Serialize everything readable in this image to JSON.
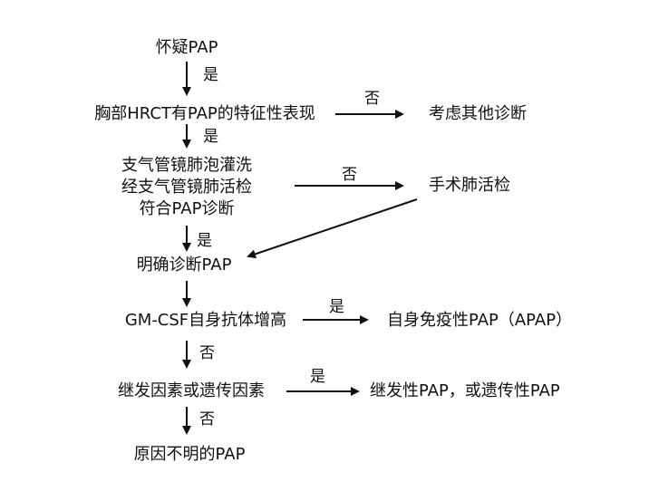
{
  "flowchart": {
    "nodes": {
      "suspect": "怀疑PAP",
      "hrct": "胸部HRCT有PAP的特征性表现",
      "other_dx": "考虑其他诊断",
      "bal_lines": [
        "支气管镜肺泡灌洗",
        "经支气管镜肺活检",
        "符合PAP诊断"
      ],
      "surgical_biopsy": "手术肺活检",
      "confirmed": "明确诊断PAP",
      "gmcsf": "GM-CSF自身抗体增高",
      "apap": "自身免疫性PAP（APAP）",
      "secondary_factors": "继发因素或遗传因素",
      "secondary_result": "继发性PAP，或遗传性PAP",
      "unknown": "原因不明的PAP"
    },
    "edge_labels": {
      "yes_1": "是",
      "yes_2": "是",
      "no_hrct": "否",
      "no_bal": "否",
      "yes_3": "是",
      "yes_gmcsf": "是",
      "no_gmcsf": "否",
      "yes_secondary": "是",
      "no_secondary": "否"
    }
  }
}
